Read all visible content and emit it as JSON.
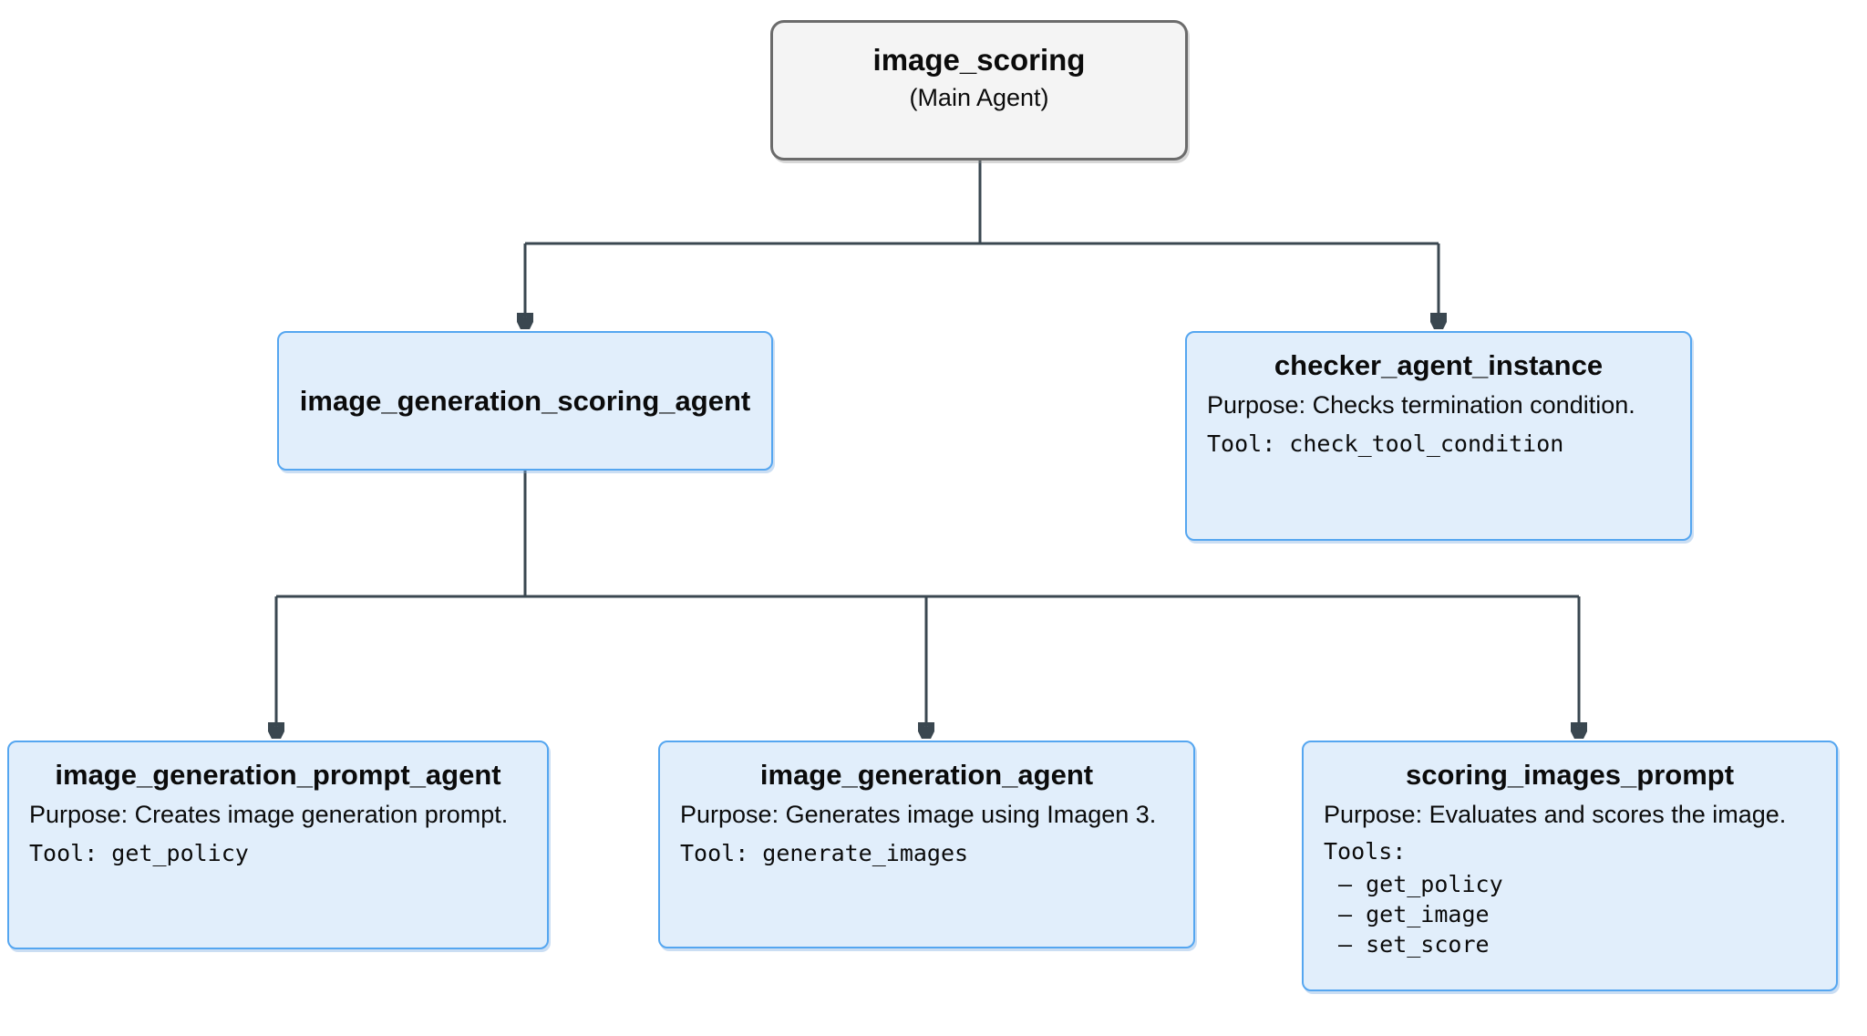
{
  "colors": {
    "node_fill": "#e1eefb",
    "node_border": "#55a6f0",
    "main_fill": "#f4f4f4",
    "main_border": "#6b6b6b",
    "connector_color": "#3a4750",
    "text_color": "#0b0b0b"
  },
  "nodes": {
    "main": {
      "title": "image_scoring",
      "subtitle": "(Main Agent)"
    },
    "scoring_agent": {
      "title": "image_generation_scoring_agent"
    },
    "checker": {
      "title": "checker_agent_instance",
      "purpose": "Purpose: Checks termination condition.",
      "tool": "Tool: check_tool_condition"
    },
    "prompt_agent": {
      "title": "image_generation_prompt_agent",
      "purpose": "Purpose: Creates image generation prompt.",
      "tool": "Tool: get_policy"
    },
    "generation_agent": {
      "title": "image_generation_agent",
      "purpose": "Purpose: Generates image using Imagen 3.",
      "tool": "Tool: generate_images"
    },
    "scoring_prompt": {
      "title": "scoring_images_prompt",
      "purpose": "Purpose: Evaluates and scores the image.",
      "tools_label": "Tools:",
      "tools": [
        "– get_policy",
        "– get_image",
        "– set_score"
      ]
    }
  }
}
